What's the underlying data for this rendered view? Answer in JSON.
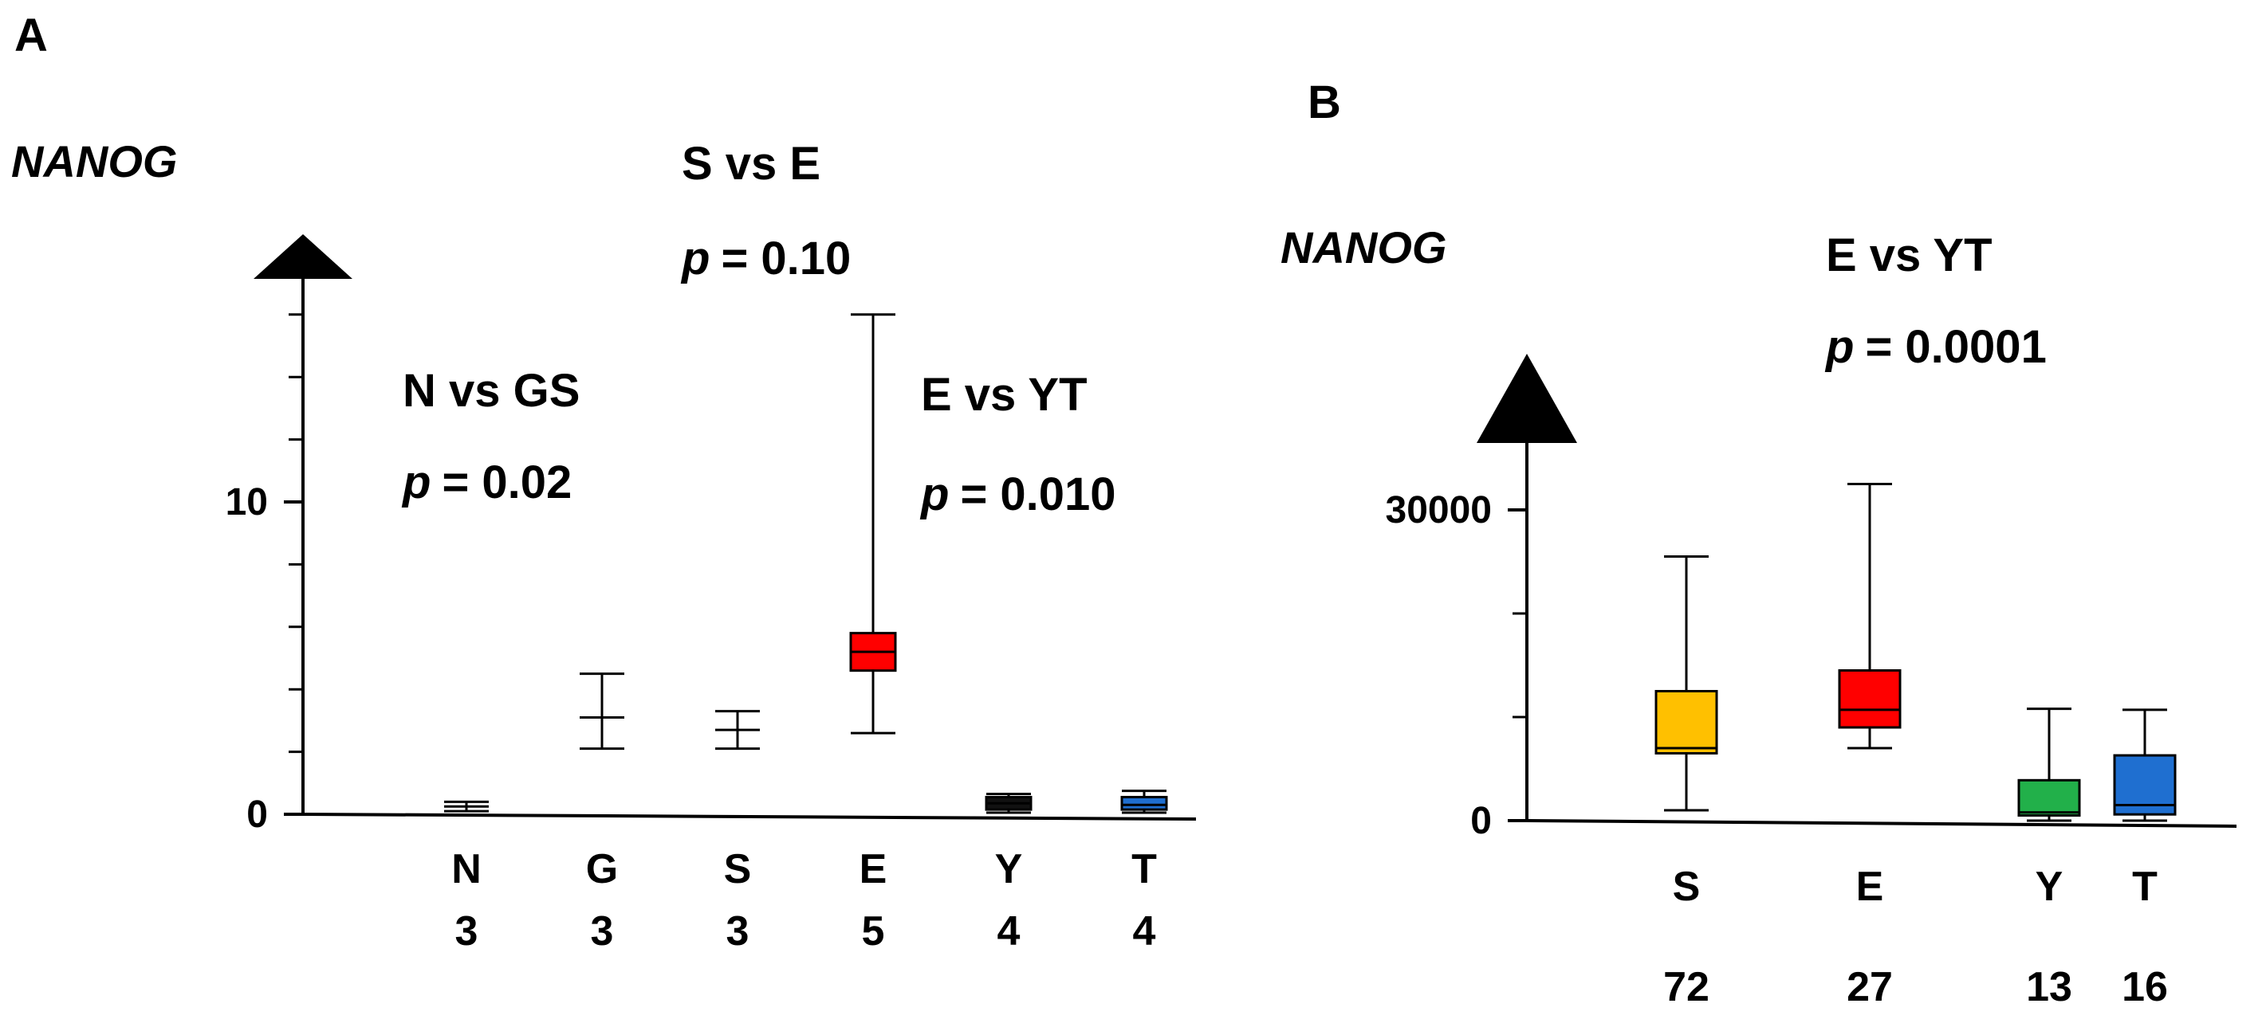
{
  "chart_data": [
    {
      "type": "box",
      "panel": "A",
      "ylabel": "NANOG",
      "ylim": [
        0,
        16
      ],
      "yticks": [
        0,
        10
      ],
      "minor_tick_step": 2,
      "categories": [
        "N",
        "G",
        "S",
        "E",
        "Y",
        "T"
      ],
      "counts": [
        "3",
        "3",
        "3",
        "5",
        "4",
        "4"
      ],
      "boxes": [
        {
          "min": 0.1,
          "q1": 0.2,
          "median": 0.25,
          "q3": 0.3,
          "max": 0.4,
          "color": null
        },
        {
          "min": 2.1,
          "q1": 3.05,
          "median": 3.1,
          "q3": 3.15,
          "max": 4.5,
          "color": null
        },
        {
          "min": 2.1,
          "q1": 2.65,
          "median": 2.7,
          "q3": 2.75,
          "max": 3.3,
          "color": null
        },
        {
          "min": 2.6,
          "q1": 4.6,
          "median": 5.2,
          "q3": 5.8,
          "max": 16.0,
          "color": "#ff0000"
        },
        {
          "min": 0.05,
          "q1": 0.15,
          "median": 0.35,
          "q3": 0.55,
          "max": 0.65,
          "color": "#111111"
        },
        {
          "min": 0.05,
          "q1": 0.15,
          "median": 0.3,
          "q3": 0.55,
          "max": 0.75,
          "color": "#1f6fd0"
        }
      ],
      "annotations": [
        {
          "comparison": "N vs GS",
          "p_label": "p",
          "p_value": "= 0.02"
        },
        {
          "comparison": "S vs E",
          "p_label": "p",
          "p_value": "= 0.10"
        },
        {
          "comparison": "E vs YT",
          "p_label": "p",
          "p_value": "= 0.010"
        }
      ]
    },
    {
      "type": "box",
      "panel": "B",
      "ylabel": "NANOG",
      "ylim": [
        0,
        30000
      ],
      "yticks": [
        0,
        30000
      ],
      "minor_tick_step": 10000,
      "categories": [
        "S",
        "E",
        "Y",
        "T"
      ],
      "counts": [
        "72",
        "27",
        "13",
        "16"
      ],
      "boxes": [
        {
          "min": 1000,
          "q1": 6500,
          "median": 7000,
          "q3": 12500,
          "max": 25500,
          "color": "#ffc000"
        },
        {
          "min": 7000,
          "q1": 9000,
          "median": 10700,
          "q3": 14500,
          "max": 32500,
          "color": "#ff0000"
        },
        {
          "min": 0,
          "q1": 500,
          "median": 800,
          "q3": 3900,
          "max": 10800,
          "color": "#22b04a"
        },
        {
          "min": 0,
          "q1": 600,
          "median": 1500,
          "q3": 6300,
          "max": 10700,
          "color": "#1f6fd0"
        }
      ],
      "annotations": [
        {
          "comparison": "E vs YT",
          "p_label": "p",
          "p_value": "= 0.0001"
        }
      ]
    }
  ]
}
